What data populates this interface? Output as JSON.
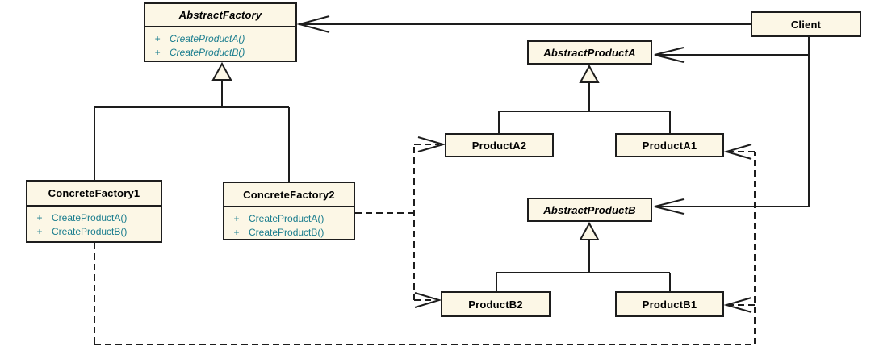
{
  "colors": {
    "background": "#FFFFFF",
    "class_fill": "#FCF7E6",
    "class_border": "#1D1D1D",
    "connector_line": "#1D1D1D",
    "method_text": "#1A7D8E",
    "title_text": "#000000"
  },
  "classes": {
    "abstractFactory": {
      "name": "AbstractFactory",
      "abstract": true,
      "methods": [
        {
          "visibility": "+",
          "label": "CreateProductA()"
        },
        {
          "visibility": "+",
          "label": "CreateProductB()"
        }
      ]
    },
    "concreteFactory1": {
      "name": "ConcreteFactory1",
      "abstract": false,
      "methods": [
        {
          "visibility": "+",
          "label": "CreateProductA()"
        },
        {
          "visibility": "+",
          "label": "CreateProductB()"
        }
      ]
    },
    "concreteFactory2": {
      "name": "ConcreteFactory2",
      "abstract": false,
      "methods": [
        {
          "visibility": "+",
          "label": "CreateProductA()"
        },
        {
          "visibility": "+",
          "label": "CreateProductB()"
        }
      ]
    },
    "client": {
      "name": "Client",
      "abstract": false
    },
    "abstractProductA": {
      "name": "AbstractProductA",
      "abstract": true
    },
    "productA2": {
      "name": "ProductA2",
      "abstract": false
    },
    "productA1": {
      "name": "ProductA1",
      "abstract": false
    },
    "abstractProductB": {
      "name": "AbstractProductB",
      "abstract": true
    },
    "productB2": {
      "name": "ProductB2",
      "abstract": false
    },
    "productB1": {
      "name": "ProductB1",
      "abstract": false
    }
  },
  "relationships": [
    {
      "type": "association",
      "from": "Client",
      "to": "AbstractFactory"
    },
    {
      "type": "association",
      "from": "Client",
      "to": "AbstractProductA"
    },
    {
      "type": "association",
      "from": "Client",
      "to": "AbstractProductB"
    },
    {
      "type": "generalization",
      "from": "ConcreteFactory1",
      "to": "AbstractFactory"
    },
    {
      "type": "generalization",
      "from": "ConcreteFactory2",
      "to": "AbstractFactory"
    },
    {
      "type": "generalization",
      "from": "ProductA2",
      "to": "AbstractProductA"
    },
    {
      "type": "generalization",
      "from": "ProductA1",
      "to": "AbstractProductA"
    },
    {
      "type": "generalization",
      "from": "ProductB2",
      "to": "AbstractProductB"
    },
    {
      "type": "generalization",
      "from": "ProductB1",
      "to": "AbstractProductB"
    },
    {
      "type": "dependency",
      "from": "ConcreteFactory2",
      "to": "ProductA2"
    },
    {
      "type": "dependency",
      "from": "ConcreteFactory2",
      "to": "ProductB2"
    },
    {
      "type": "dependency",
      "from": "ConcreteFactory1",
      "to": "ProductA1"
    },
    {
      "type": "dependency",
      "from": "ConcreteFactory1",
      "to": "ProductB1"
    }
  ]
}
